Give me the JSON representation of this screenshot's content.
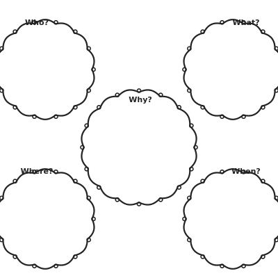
{
  "bubbles": [
    {
      "id": "who",
      "label": "Who?"
    },
    {
      "id": "what",
      "label": "What?"
    },
    {
      "id": "why",
      "label": "Why?"
    },
    {
      "id": "where",
      "label": "Where?"
    },
    {
      "id": "when",
      "label": "When?"
    }
  ],
  "colors": {
    "stroke": "#222222",
    "background": "#ffffff"
  }
}
